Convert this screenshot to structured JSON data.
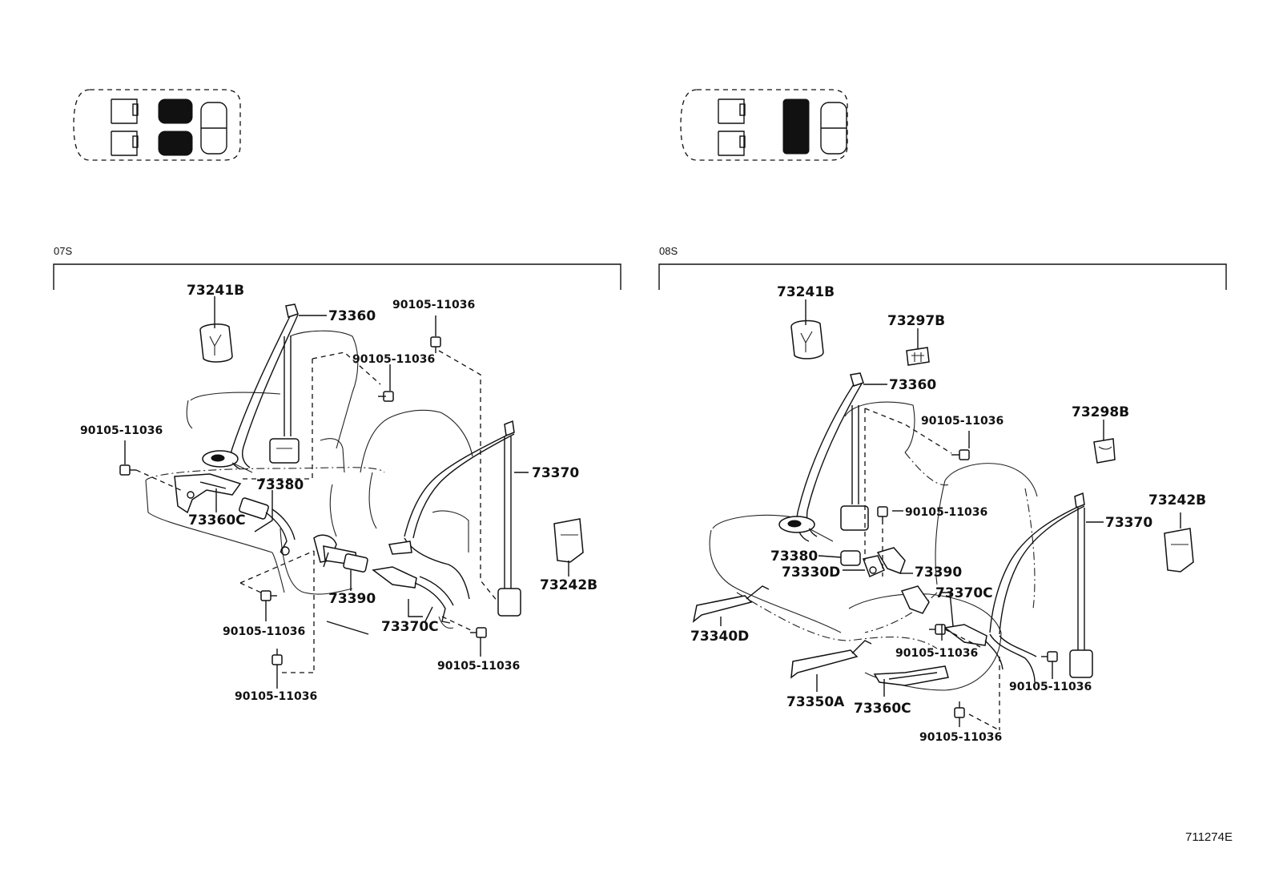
{
  "diagram_id": "711274E",
  "sections": [
    {
      "code": "07S",
      "labels": {
        "p1": "73241B",
        "p2": "73360",
        "p3": "90105-11036",
        "p4": "90105-11036",
        "p5": "90105-11036",
        "p6": "73380",
        "p7": "73360C",
        "p8": "73370",
        "p9": "73242B",
        "p10": "73390",
        "p11": "73370C",
        "p12": "90105-11036",
        "p13": "90105-11036",
        "p14": "90105-11036"
      }
    },
    {
      "code": "08S",
      "labels": {
        "q1": "73241B",
        "q2": "73297B",
        "q3": "73360",
        "q4": "90105-11036",
        "q5": "73298B",
        "q6": "90105-11036",
        "q7": "73370",
        "q8": "73242B",
        "q9": "73380",
        "q10": "73330D",
        "q11": "73390",
        "q12": "73370C",
        "q13": "73340D",
        "q14": "90105-11036",
        "q15": "90105-11036",
        "q16": "73350A",
        "q17": "73360C",
        "q18": "90105-11036"
      }
    }
  ]
}
